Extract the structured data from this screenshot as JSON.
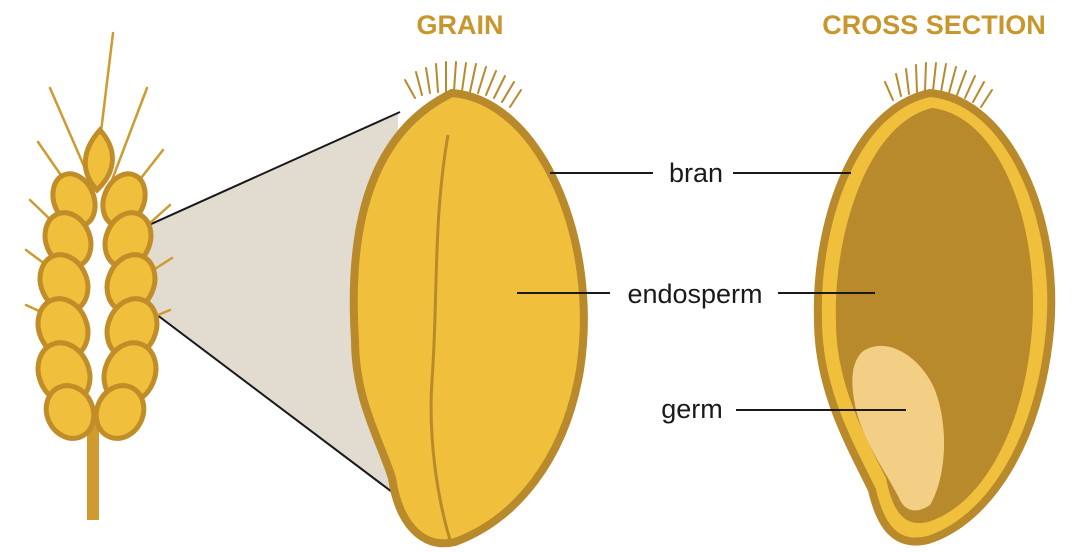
{
  "headings": {
    "grain": "GRAIN",
    "cross_section": "CROSS SECTION"
  },
  "labels": {
    "bran": "bran",
    "endosperm": "endosperm",
    "germ": "germ"
  },
  "colors": {
    "heading": "#c9962e",
    "bran_outline": "#b98a2c",
    "grain_fill": "#f0bf3c",
    "endosperm_cross": "#b88a2c",
    "cross_rim": "#f0bf3c",
    "germ": "#f2cf84",
    "stalk": "#cf9a30",
    "zoom_wedge": "#e1dbd0",
    "leader_line": "#1a1a1a"
  },
  "icons": {
    "wheat_stalk": "wheat-stalk-icon",
    "grain_kernel": "grain-kernel-illustration",
    "cross_section": "grain-cross-section-illustration"
  }
}
